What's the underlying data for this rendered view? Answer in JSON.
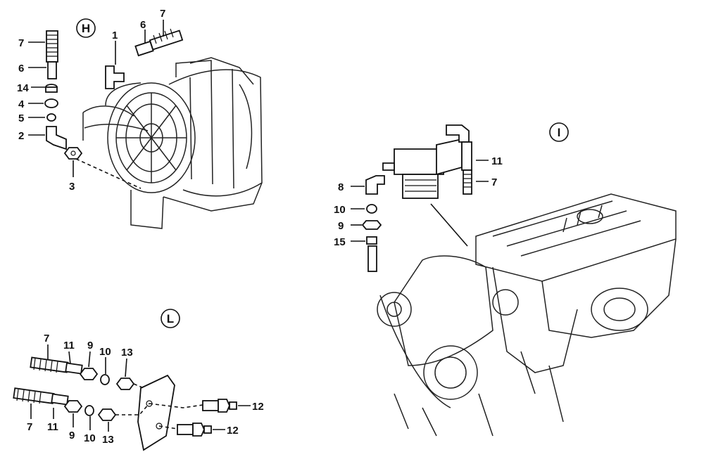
{
  "sections": {
    "H": {
      "label": "H"
    },
    "I": {
      "label": "I"
    },
    "L": {
      "label": "L"
    }
  },
  "callouts": {
    "H": [
      {
        "id": "h7",
        "text": "7"
      },
      {
        "id": "h6",
        "text": "6"
      },
      {
        "id": "h14",
        "text": "14"
      },
      {
        "id": "h4",
        "text": "4"
      },
      {
        "id": "h5",
        "text": "5"
      },
      {
        "id": "h2",
        "text": "2"
      },
      {
        "id": "h3",
        "text": "3"
      },
      {
        "id": "h1",
        "text": "1"
      },
      {
        "id": "h6b",
        "text": "6"
      },
      {
        "id": "h7b",
        "text": "7"
      }
    ],
    "I": [
      {
        "id": "i11",
        "text": "11"
      },
      {
        "id": "i7",
        "text": "7"
      },
      {
        "id": "i8",
        "text": "8"
      },
      {
        "id": "i10",
        "text": "10"
      },
      {
        "id": "i9",
        "text": "9"
      },
      {
        "id": "i15",
        "text": "15"
      }
    ],
    "L": [
      {
        "id": "l7a",
        "text": "7"
      },
      {
        "id": "l11a",
        "text": "11"
      },
      {
        "id": "l9a",
        "text": "9"
      },
      {
        "id": "l10a",
        "text": "10"
      },
      {
        "id": "l13a",
        "text": "13"
      },
      {
        "id": "l7b",
        "text": "7"
      },
      {
        "id": "l11b",
        "text": "11"
      },
      {
        "id": "l9b",
        "text": "9"
      },
      {
        "id": "l10b",
        "text": "10"
      },
      {
        "id": "l13b",
        "text": "13"
      },
      {
        "id": "l12a",
        "text": "12"
      },
      {
        "id": "l12b",
        "text": "12"
      }
    ]
  }
}
